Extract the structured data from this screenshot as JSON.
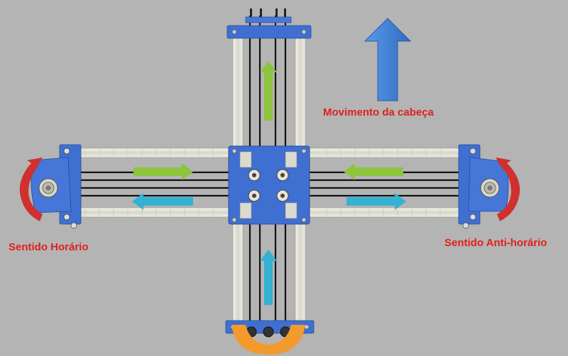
{
  "labels": {
    "head_movement": "Movimento da cabeça",
    "clockwise": "Sentido Horário",
    "counterclockwise": "Sentido Anti-horário"
  },
  "colors": {
    "background": "#b4b4b4",
    "frame_blue": "#3f6fd1",
    "rail": "#e6e4d8",
    "belt": "#111111",
    "arrow_green": "#8cc43c",
    "arrow_cyan": "#33b2d4",
    "arrow_big_blue": "#3c84d8",
    "rotation_red": "#d0302e",
    "rotation_orange": "#f39a2d",
    "label_red": "#e0201c"
  },
  "icons": {
    "head_direction": "arrow-up-icon",
    "left_pulley_rotation": "rotate-clockwise-icon",
    "right_pulley_rotation": "rotate-counterclockwise-icon",
    "bottom_pulley_rotation": "rotate-orange-icon"
  }
}
